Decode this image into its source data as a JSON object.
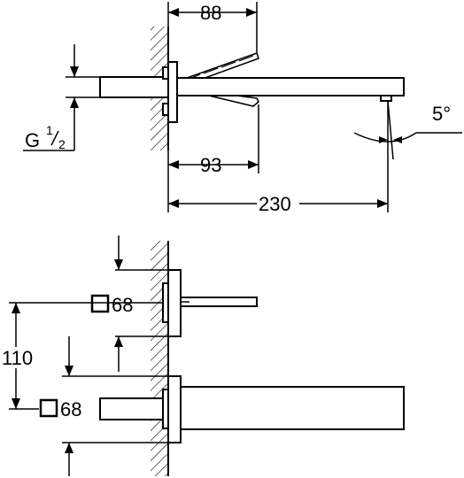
{
  "side_view": {
    "dim_top": "88",
    "dim_middle": "93",
    "dim_overall": "230",
    "dim_angle": "5°",
    "thread_label": "G",
    "thread_num": "1",
    "thread_den": "2"
  },
  "front_view": {
    "dim_height": "110",
    "plate_top_label": "68",
    "plate_bottom_label": "68"
  }
}
